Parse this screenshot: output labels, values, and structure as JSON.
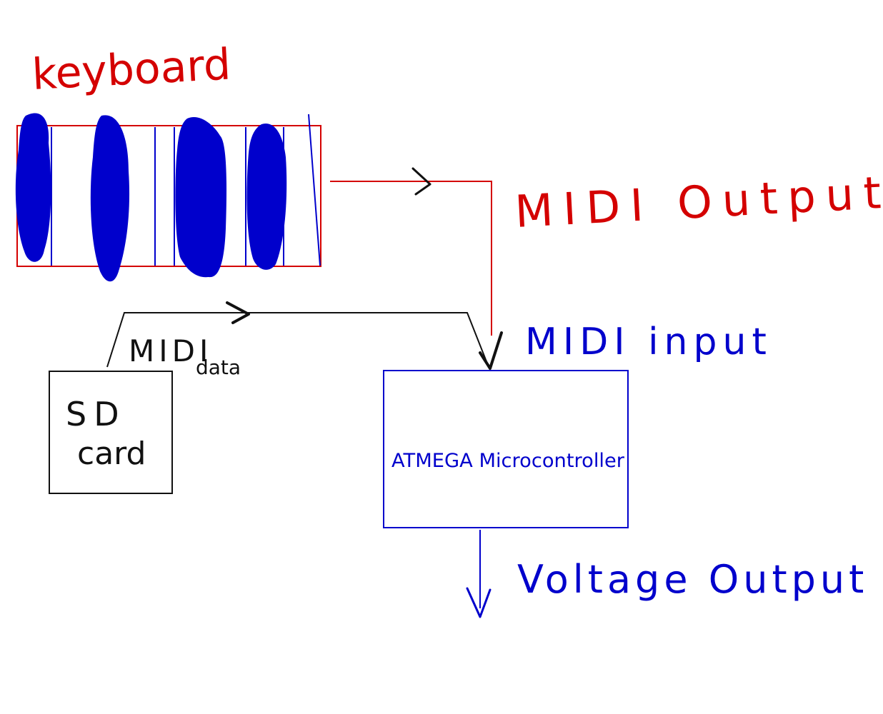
{
  "labels": {
    "keyboard": "keyboard",
    "midi_output": "MIDI Output",
    "midi_input": "MIDI input",
    "midi_data_line1": "MIDI",
    "midi_data_line2": "data",
    "sd_card_line1": "SD",
    "sd_card_line2": "card",
    "microcontroller": "ATMEGA Microcontroller",
    "voltage_output": "Voltage Output"
  },
  "colors": {
    "red": "#d40000",
    "blue": "#0000cc",
    "black": "#111111",
    "key_fill": "#0000cc"
  }
}
